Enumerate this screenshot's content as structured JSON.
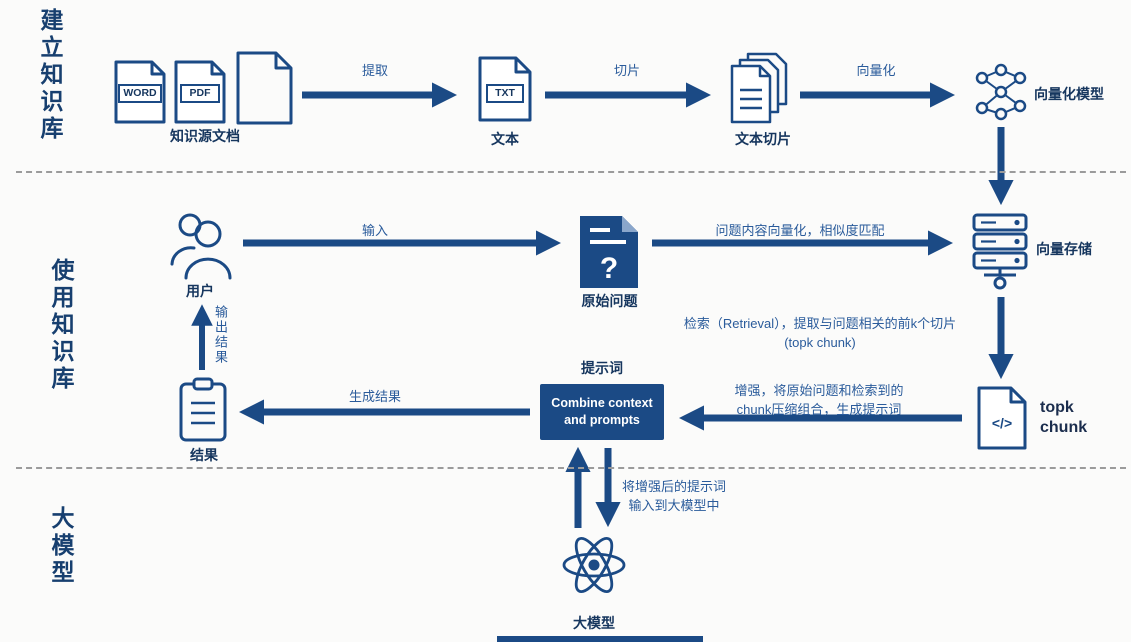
{
  "sections": {
    "build_label": "建立知识库",
    "use_label": "使用知识库",
    "model_label": "大模型"
  },
  "nodes": {
    "source_docs": {
      "label": "知识源文档",
      "badge_word": "WORD",
      "badge_pdf": "PDF"
    },
    "text_doc": {
      "label": "文本",
      "badge": "TXT"
    },
    "chunks": {
      "label": "文本切片"
    },
    "embed_model": {
      "label": "向量化模型"
    },
    "user": {
      "label": "用户"
    },
    "question": {
      "label": "原始问题",
      "glyph": "?"
    },
    "vector_store": {
      "label": "向量存储"
    },
    "topk": {
      "label": "topk\nchunk",
      "glyph": "</>"
    },
    "prompt": {
      "title": "提示词",
      "box_label": "Combine context\nand prompts"
    },
    "result": {
      "label": "结果"
    },
    "llm": {
      "label": "大模型"
    }
  },
  "edges": {
    "extract": "提取",
    "slice": "切片",
    "vectorize": "向量化",
    "input": "输入",
    "similarity": "问题内容向量化，相似度匹配",
    "retrieval": "检索（Retrieval），提取与问题相关的前k个切片\n(topk chunk)",
    "augment": "增强，将原始问题和检索到的\nchunk压缩组合，生成提示词",
    "generate": "生成结果",
    "output": "输出结果",
    "to_model": "将增强后的提示词\n输入到大模型中"
  },
  "colors": {
    "primary": "#1b4a85",
    "label_text": "#16365e"
  }
}
